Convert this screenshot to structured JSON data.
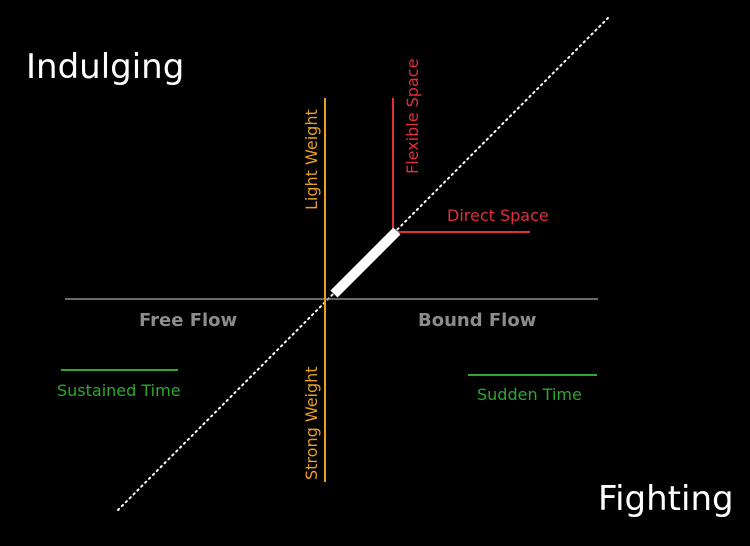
{
  "diagram": {
    "corners": {
      "top_left": "Indulging",
      "bottom_right": "Fighting"
    },
    "flow": {
      "left": "Free Flow",
      "right": "Bound Flow"
    },
    "time": {
      "left": "Sustained Time",
      "right": "Sudden Time"
    },
    "weight": {
      "top": "Light Weight",
      "bottom": "Strong Weight"
    },
    "space": {
      "vertical": "Flexible Space",
      "horizontal": "Direct Space"
    },
    "colors": {
      "background": "#000000",
      "corner_text": "#ffffff",
      "flow": "#8c8c8c",
      "time": "#2ea82e",
      "weight": "#e8a020",
      "space": "#e0303a",
      "diagonal": "#ffffff",
      "effort_bar": "#ffffff"
    }
  }
}
